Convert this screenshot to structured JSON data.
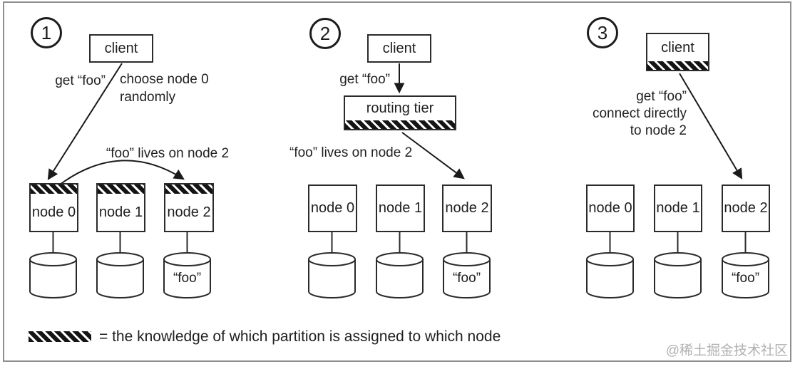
{
  "legend": {
    "text": "= the knowledge of which partition is assigned to which node"
  },
  "watermark": "@稀土掘金技术社区",
  "panels": [
    {
      "number": "1",
      "client_label": "client",
      "request_label": "get “foo”",
      "note": "choose node 0\nrandomly",
      "arc_label": "“foo” lives on node 2",
      "nodes": [
        {
          "label": "node 0"
        },
        {
          "label": "node 1"
        },
        {
          "label": "node 2",
          "db_value": "“foo”"
        }
      ]
    },
    {
      "number": "2",
      "client_label": "client",
      "request_label": "get “foo”",
      "router_label": "routing tier",
      "arc_label": "“foo” lives on node 2",
      "nodes": [
        {
          "label": "node 0"
        },
        {
          "label": "node 1"
        },
        {
          "label": "node 2",
          "db_value": "“foo”"
        }
      ]
    },
    {
      "number": "3",
      "client_label": "client",
      "note": "get “foo”\nconnect directly\nto node 2",
      "nodes": [
        {
          "label": "node 0"
        },
        {
          "label": "node 1"
        },
        {
          "label": "node 2",
          "db_value": "“foo”"
        }
      ]
    }
  ]
}
